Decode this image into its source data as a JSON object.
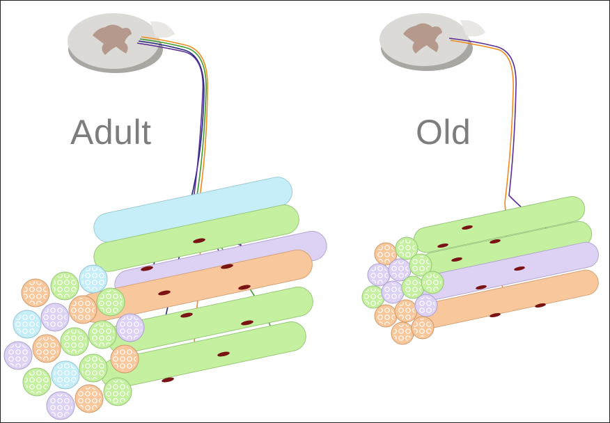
{
  "panels": [
    {
      "id": "adult",
      "label": "Adult"
    },
    {
      "id": "old",
      "label": "Old"
    }
  ],
  "colors": {
    "fiber_orange": "#f8c79b",
    "fiber_green": "#c4f0a0",
    "fiber_blue": "#c5eef8",
    "fiber_purple": "#ddd2f4",
    "neuron_purple": "#5a2a96",
    "neuron_navy": "#1f2a7a",
    "neuron_green": "#3d9a2c",
    "neuron_orange": "#f08a1a",
    "nucleus": "#7a1414",
    "spinal_grey": "#dcdad6",
    "spinal_grey_matter": "#b5998c"
  }
}
